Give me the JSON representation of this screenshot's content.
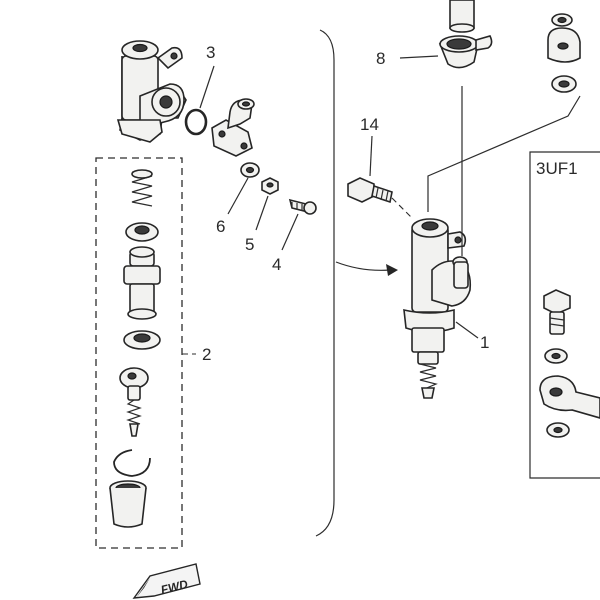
{
  "callouts": {
    "c1": "1",
    "c2": "2",
    "c3": "3",
    "c4": "4",
    "c5": "5",
    "c6": "6",
    "c8": "8",
    "c14": "14"
  },
  "inset_box_label": "3UF1",
  "fwd_label": "FWD",
  "colors": {
    "ink": "#262626",
    "paper": "#ffffff",
    "part_fill": "#f2f2f0"
  }
}
